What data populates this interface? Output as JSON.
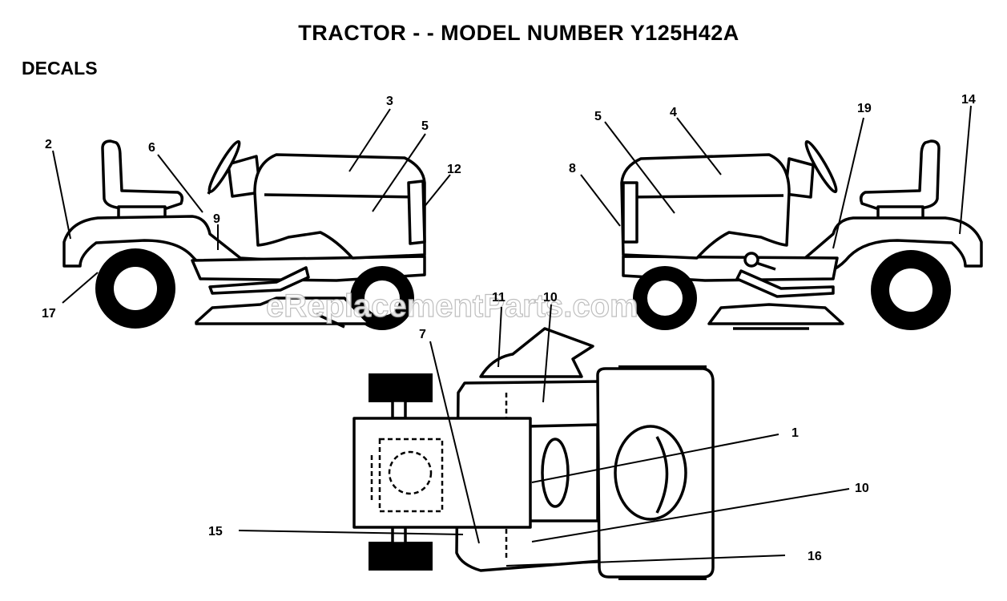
{
  "title": "TRACTOR - - MODEL NUMBER Y125H42A",
  "section": "DECALS",
  "watermark": "eReplacementParts.com",
  "callouts": {
    "c1": "1",
    "c2": "2",
    "c3": "3",
    "c4": "4",
    "c5a": "5",
    "c5b": "5",
    "c6": "6",
    "c7": "7",
    "c8": "8",
    "c9": "9",
    "c10a": "10",
    "c10b": "10",
    "c11": "11",
    "c12": "12",
    "c14": "14",
    "c15": "15",
    "c16": "16",
    "c17": "17",
    "c19": "19"
  }
}
